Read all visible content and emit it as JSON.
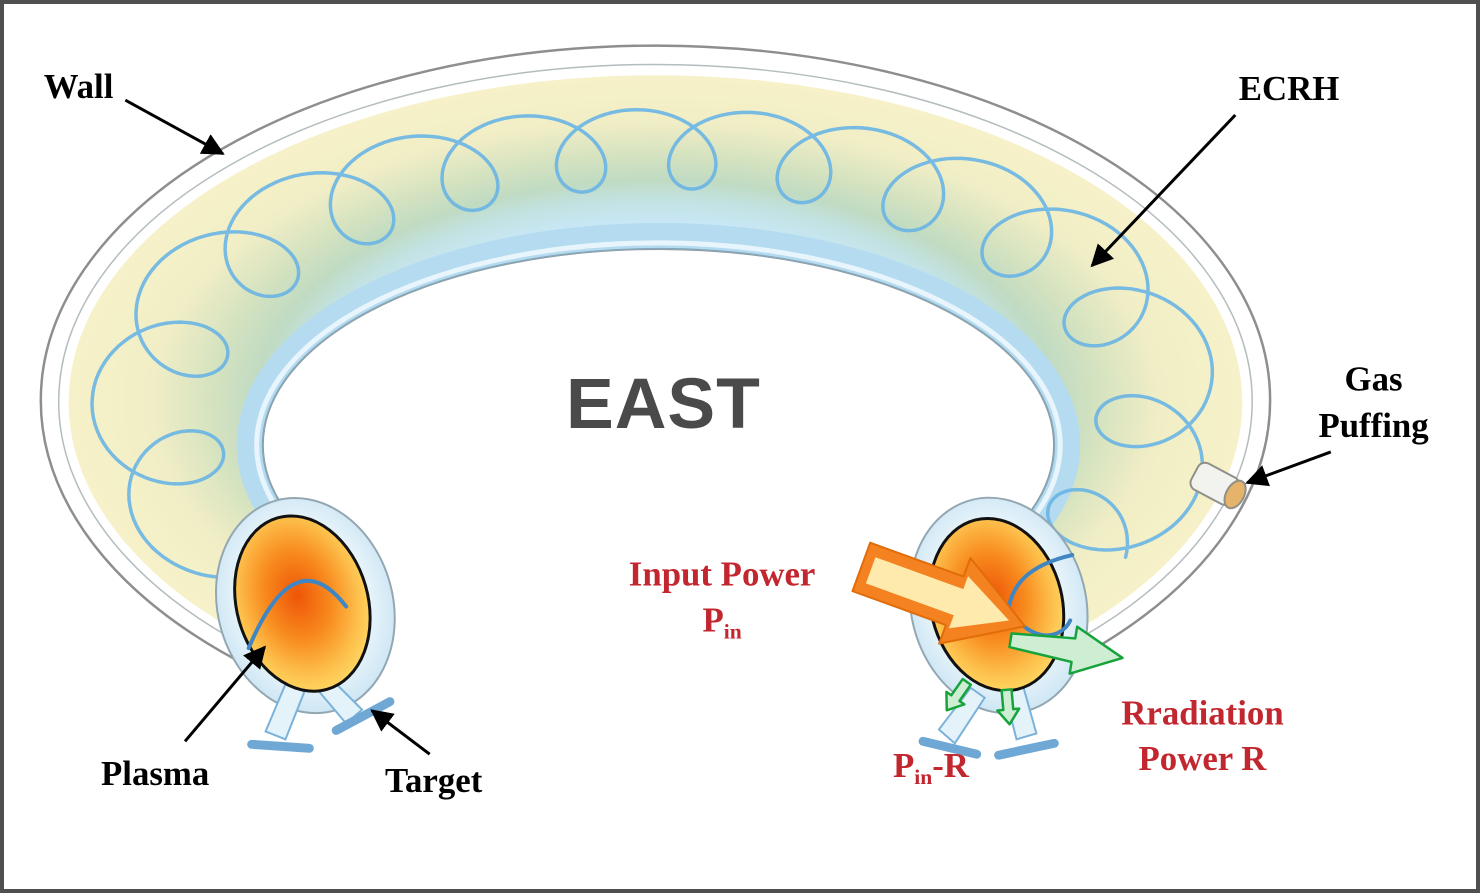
{
  "figure": {
    "device_title": "EAST",
    "labels": {
      "wall": "Wall",
      "ecrh": "ECRH",
      "gas_puffing": [
        "Gas",
        "Puffing"
      ],
      "input_power_line1": "Input Power",
      "power_symbol": "P",
      "power_subscript": "in",
      "minus_r": "-R",
      "plasma": "Plasma",
      "target": "Target",
      "radiation_line1": "Rradiation",
      "radiation_line2": "Power R"
    },
    "colors": {
      "label_red": "#c2262e",
      "title_gray": "#4a4a4a",
      "wave_blue": "#69b4e4",
      "field_line_blue": "#3f86c2",
      "target_blue": "#6fa8d4",
      "input_arrow_orange": "#f58220",
      "input_arrow_core": "#ffeaae",
      "radiation_green": "#17a33b",
      "radiation_fill": "#cdeed2",
      "plasma_core": "#ef5a08",
      "plasma_edge": "#ffe36e",
      "torus_yellow": "#f6f1c8",
      "torus_green": "#c0dbc2",
      "torus_inner_blue": "#b4dbf0"
    }
  }
}
